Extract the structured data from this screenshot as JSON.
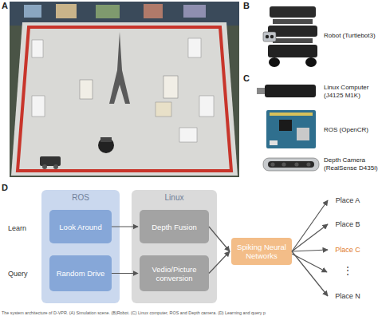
{
  "diagram": {
    "caption": "The system architecture of D-VPR. (A) Simulation scene. (B)Robot. (C) Linux computer, ROS and Depth camera. (D) Learning and query p",
    "nodes": [
      {
        "text": [
          "ROS"
        ]
      },
      {
        "text": [
          "Look Around"
        ],
        "in": 0
      },
      {
        "text": [
          "Random Drive"
        ],
        "in": 0
      },
      {
        "text": [
          "Linux"
        ]
      },
      {
        "text": [
          "Depth Fusion"
        ],
        "in": 3
      },
      {
        "text": [
          "Vedio/Picture conversion"
        ],
        "in": 3
      },
      {
        "text": [
          "Spiking Neural Networks"
        ]
      },
      {
        "text": [
          "Place A"
        ]
      },
      {
        "text": [
          "Place B"
        ]
      },
      {
        "text": [
          "Place C"
        ]
      },
      {
        "text": [
          "Place N"
        ]
      }
    ],
    "edges": [
      {
        "from": 1,
        "to": 4,
        "arrow": "to"
      },
      {
        "from": 2,
        "to": 5,
        "arrow": "to"
      },
      {
        "from": 4,
        "to": 6,
        "arrow": "to"
      },
      {
        "from": 5,
        "to": 6,
        "arrow": "to"
      },
      {
        "from": 6,
        "to": 7,
        "arrow": "to"
      },
      {
        "from": 6,
        "to": 8,
        "arrow": "to"
      },
      {
        "from": 6,
        "to": 9,
        "arrow": "to"
      },
      {
        "from": 6,
        "to": 10,
        "arrow": "to"
      }
    ],
    "labels": [
      "A",
      "B",
      "Robot (Turtlebot3)",
      "C",
      "Linux Computer (J4125 M1K)",
      "ROS (OpenCR)",
      "Depth Camera (RealSense D435i)",
      "D",
      "Learn",
      "Query",
      "⋮"
    ]
  }
}
